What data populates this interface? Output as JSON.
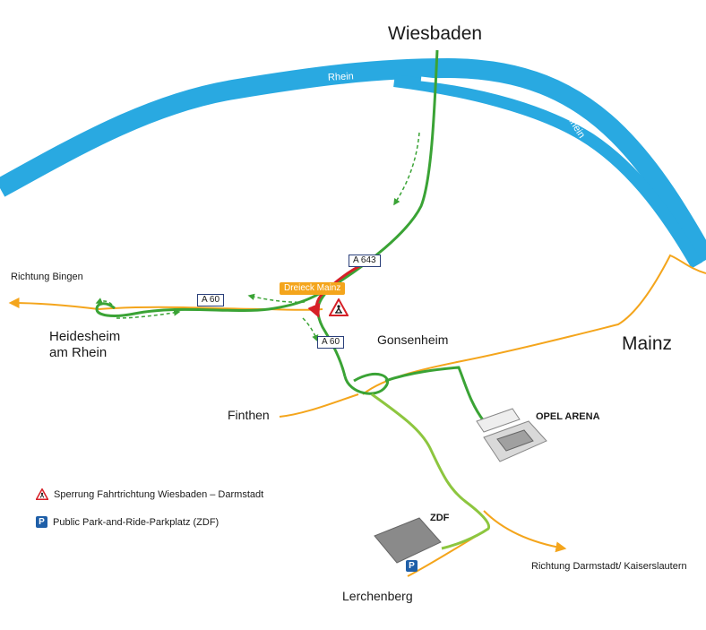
{
  "places": {
    "wiesbaden": "Wiesbaden",
    "mainz": "Mainz",
    "heidesheim": [
      "Heidesheim",
      "am Rhein"
    ],
    "gonsenheim": "Gonsenheim",
    "finthen": "Finthen",
    "lerchenberg": "Lerchenberg"
  },
  "river": {
    "name": "Rhein",
    "color": "#29a9e1"
  },
  "roads": {
    "a643": "A 643",
    "a60_west": "A 60",
    "a60_south": "A 60",
    "junction": "Dreieck Mainz",
    "motorway_color": "#3aa335",
    "local_road_color": "#8dc63f",
    "secondary_color": "#f4a51c",
    "closure_color": "#d62027"
  },
  "directions": {
    "bingen": "Richtung Bingen",
    "darmstadt": "Richtung Darmstadt/ Kaiserslautern"
  },
  "landmarks": {
    "opel_arena": "OPEL ARENA",
    "zdf": "ZDF"
  },
  "legend": {
    "closure": "Sperrung Fahrtrichtung Wiesbaden – Darmstadt",
    "park_ride": "Public Park-and-Ride-Parkplatz (ZDF)",
    "closure_icon": "construction-warning-icon",
    "parking_icon": "parking-icon",
    "parking_letter": "P"
  }
}
